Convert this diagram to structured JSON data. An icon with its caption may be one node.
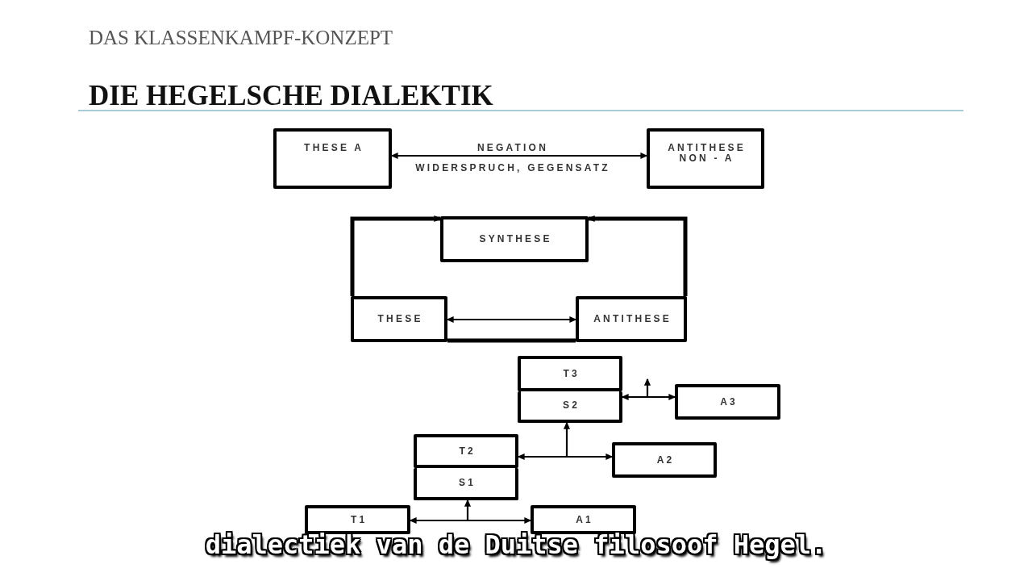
{
  "diagram": {
    "title": "DIE HEGELSCHE DIALEKTIK",
    "caption": "dialectiek van de Duitse filosoof Hegel.",
    "nodes": [
      {
        "text": [
          "THESE A"
        ]
      },
      {
        "text": [
          "ANTITHESE NON - A"
        ]
      },
      {
        "text": [
          "SYNTHESE"
        ]
      },
      {
        "text": [
          "THESE"
        ]
      },
      {
        "text": [
          "ANTITHESE"
        ]
      },
      {
        "text": [
          "T3"
        ]
      },
      {
        "text": [
          "S2"
        ]
      },
      {
        "text": [
          "A3"
        ]
      },
      {
        "text": [
          "T2"
        ]
      },
      {
        "text": [
          "S1"
        ]
      },
      {
        "text": [
          "A2"
        ]
      },
      {
        "text": [
          "T1"
        ]
      },
      {
        "text": [
          "A1"
        ]
      }
    ],
    "edges": [
      {
        "from": 0,
        "to": 1,
        "arrow": "both",
        "label": "NEGATION"
      },
      {
        "from": 3,
        "to": 2,
        "arrow": "to",
        "style": "thick"
      },
      {
        "from": 4,
        "to": 2,
        "arrow": "to",
        "style": "thick"
      },
      {
        "from": 3,
        "to": 4,
        "arrow": "both"
      },
      {
        "from": 3,
        "to": 4,
        "arrow": "none",
        "style": "thick"
      },
      {
        "from": 6,
        "to": 7,
        "arrow": "both"
      },
      {
        "from": 8,
        "to": 10,
        "arrow": "both"
      },
      {
        "from": 11,
        "to": 12,
        "arrow": "both"
      },
      {
        "from": null,
        "to": 6,
        "arrow": "to"
      },
      {
        "from": null,
        "to": 9,
        "arrow": "to"
      }
    ],
    "labels": [
      "DAS KLASSENKAMPF-KONZEPT",
      "WIDERSPRUCH, GEGENSATZ"
    ]
  }
}
